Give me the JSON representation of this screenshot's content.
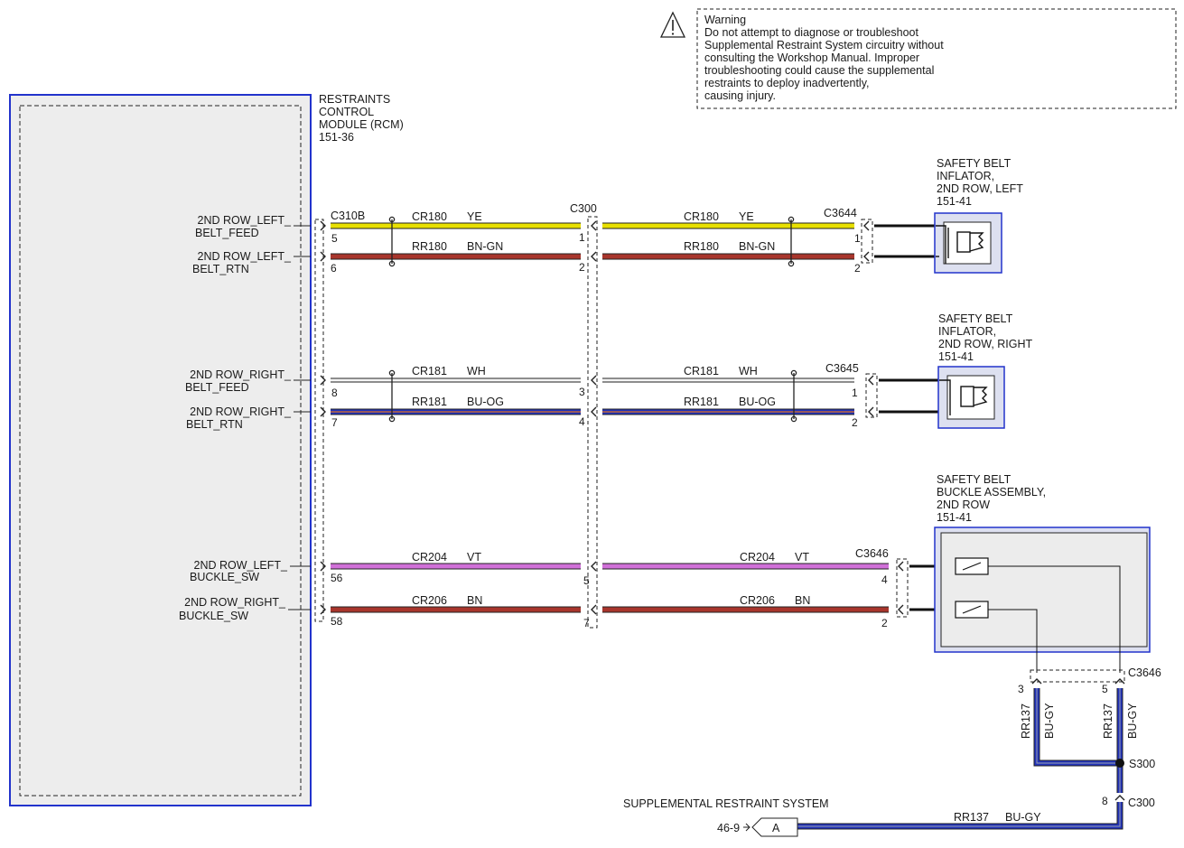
{
  "warning": {
    "title": "Warning",
    "lines": [
      "Do not attempt to diagnose or troubleshoot",
      "Supplemental Restraint System circuitry without",
      "consulting the Workshop Manual. Improper",
      "troubleshooting could cause the supplemental",
      "restraints to deploy inadvertently,",
      "causing injury."
    ]
  },
  "rcm": {
    "name_lines": [
      "RESTRAINTS",
      "CONTROL",
      "MODULE (RCM)",
      "151-36"
    ],
    "connector": "C310B",
    "pins": [
      {
        "label_lines": [
          "2ND ROW_LEFT_",
          "BELT_FEED"
        ],
        "pin": "5"
      },
      {
        "label_lines": [
          "2ND ROW_LEFT_",
          "BELT_RTN"
        ],
        "pin": "6"
      },
      {
        "label_lines": [
          "2ND ROW_RIGHT_",
          "BELT_FEED"
        ],
        "pin": "8"
      },
      {
        "label_lines": [
          "2ND ROW_RIGHT_",
          "BELT_RTN"
        ],
        "pin": "7"
      },
      {
        "label_lines": [
          "2ND ROW_LEFT_",
          "BUCKLE_SW"
        ],
        "pin": "56"
      },
      {
        "label_lines": [
          "2ND ROW_RIGHT_",
          "BUCKLE_SW"
        ],
        "pin": "58"
      }
    ]
  },
  "inline_connector": {
    "name": "C300",
    "pins": [
      "1",
      "2",
      "3",
      "4",
      "5",
      "7"
    ]
  },
  "circuits": [
    {
      "circuit": "CR180",
      "color_code": "YE",
      "wire_color": "#e8e000",
      "stripe": "#e8e000"
    },
    {
      "circuit": "RR180",
      "color_code": "BN-GN",
      "wire_color": "#a8352c",
      "stripe": "#a8352c"
    },
    {
      "circuit": "CR181",
      "color_code": "WH",
      "wire_color": "#f4f4f4",
      "stripe": "#f4f4f4"
    },
    {
      "circuit": "RR181",
      "color_code": "BU-OG",
      "wire_color": "#2233bb",
      "stripe": "#e07020"
    },
    {
      "circuit": "CR204",
      "color_code": "VT",
      "wire_color": "#d070d8",
      "stripe": "#d070d8"
    },
    {
      "circuit": "CR206",
      "color_code": "BN",
      "wire_color": "#a8352c",
      "stripe": "#a8352c"
    }
  ],
  "left_inflator": {
    "name_lines": [
      "SAFETY BELT",
      "INFLATOR,",
      "2ND ROW, LEFT",
      "151-41"
    ],
    "connector": "C3644",
    "pins": [
      "1",
      "2"
    ]
  },
  "right_inflator": {
    "name_lines": [
      "SAFETY BELT",
      "INFLATOR,",
      "2ND ROW, RIGHT",
      "151-41"
    ],
    "connector": "C3645",
    "pins": [
      "1",
      "2"
    ]
  },
  "buckle": {
    "name_lines": [
      "SAFETY BELT",
      "BUCKLE ASSEMBLY,",
      "2ND ROW",
      "151-41"
    ],
    "connector": "C3646",
    "pins_in": [
      "4",
      "2"
    ],
    "pins_out": [
      "3",
      "5"
    ]
  },
  "ground": {
    "circuit": "RR137",
    "color_code": "BU-GY",
    "splice": "S300",
    "connector": "C300",
    "connector_pin": "8",
    "system_label": "SUPPLEMENTAL RESTRAINT SYSTEM",
    "ref_page": "46-9",
    "ref_letter": "A"
  },
  "colors": {
    "module_outline": "#2233cc",
    "module_fill": "#ededed",
    "component_fill": "#dde0f0",
    "ground_wire": "#2233bb",
    "ground_stripe": "#9aa0a8"
  }
}
